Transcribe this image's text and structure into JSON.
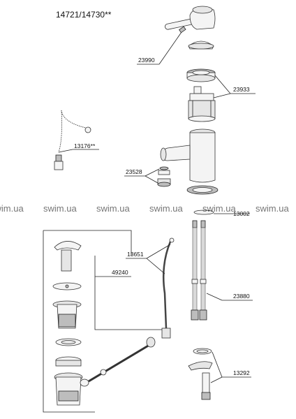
{
  "title": "14721/14730**",
  "watermark": "swim.ua",
  "parts": {
    "p23990": "23990",
    "p23933": "23933",
    "p13176": "13176**",
    "p23528": "23528",
    "p13002": "13002",
    "p13651": "13651",
    "p49240": "49240",
    "p23880": "23880",
    "p13292": "13292"
  }
}
